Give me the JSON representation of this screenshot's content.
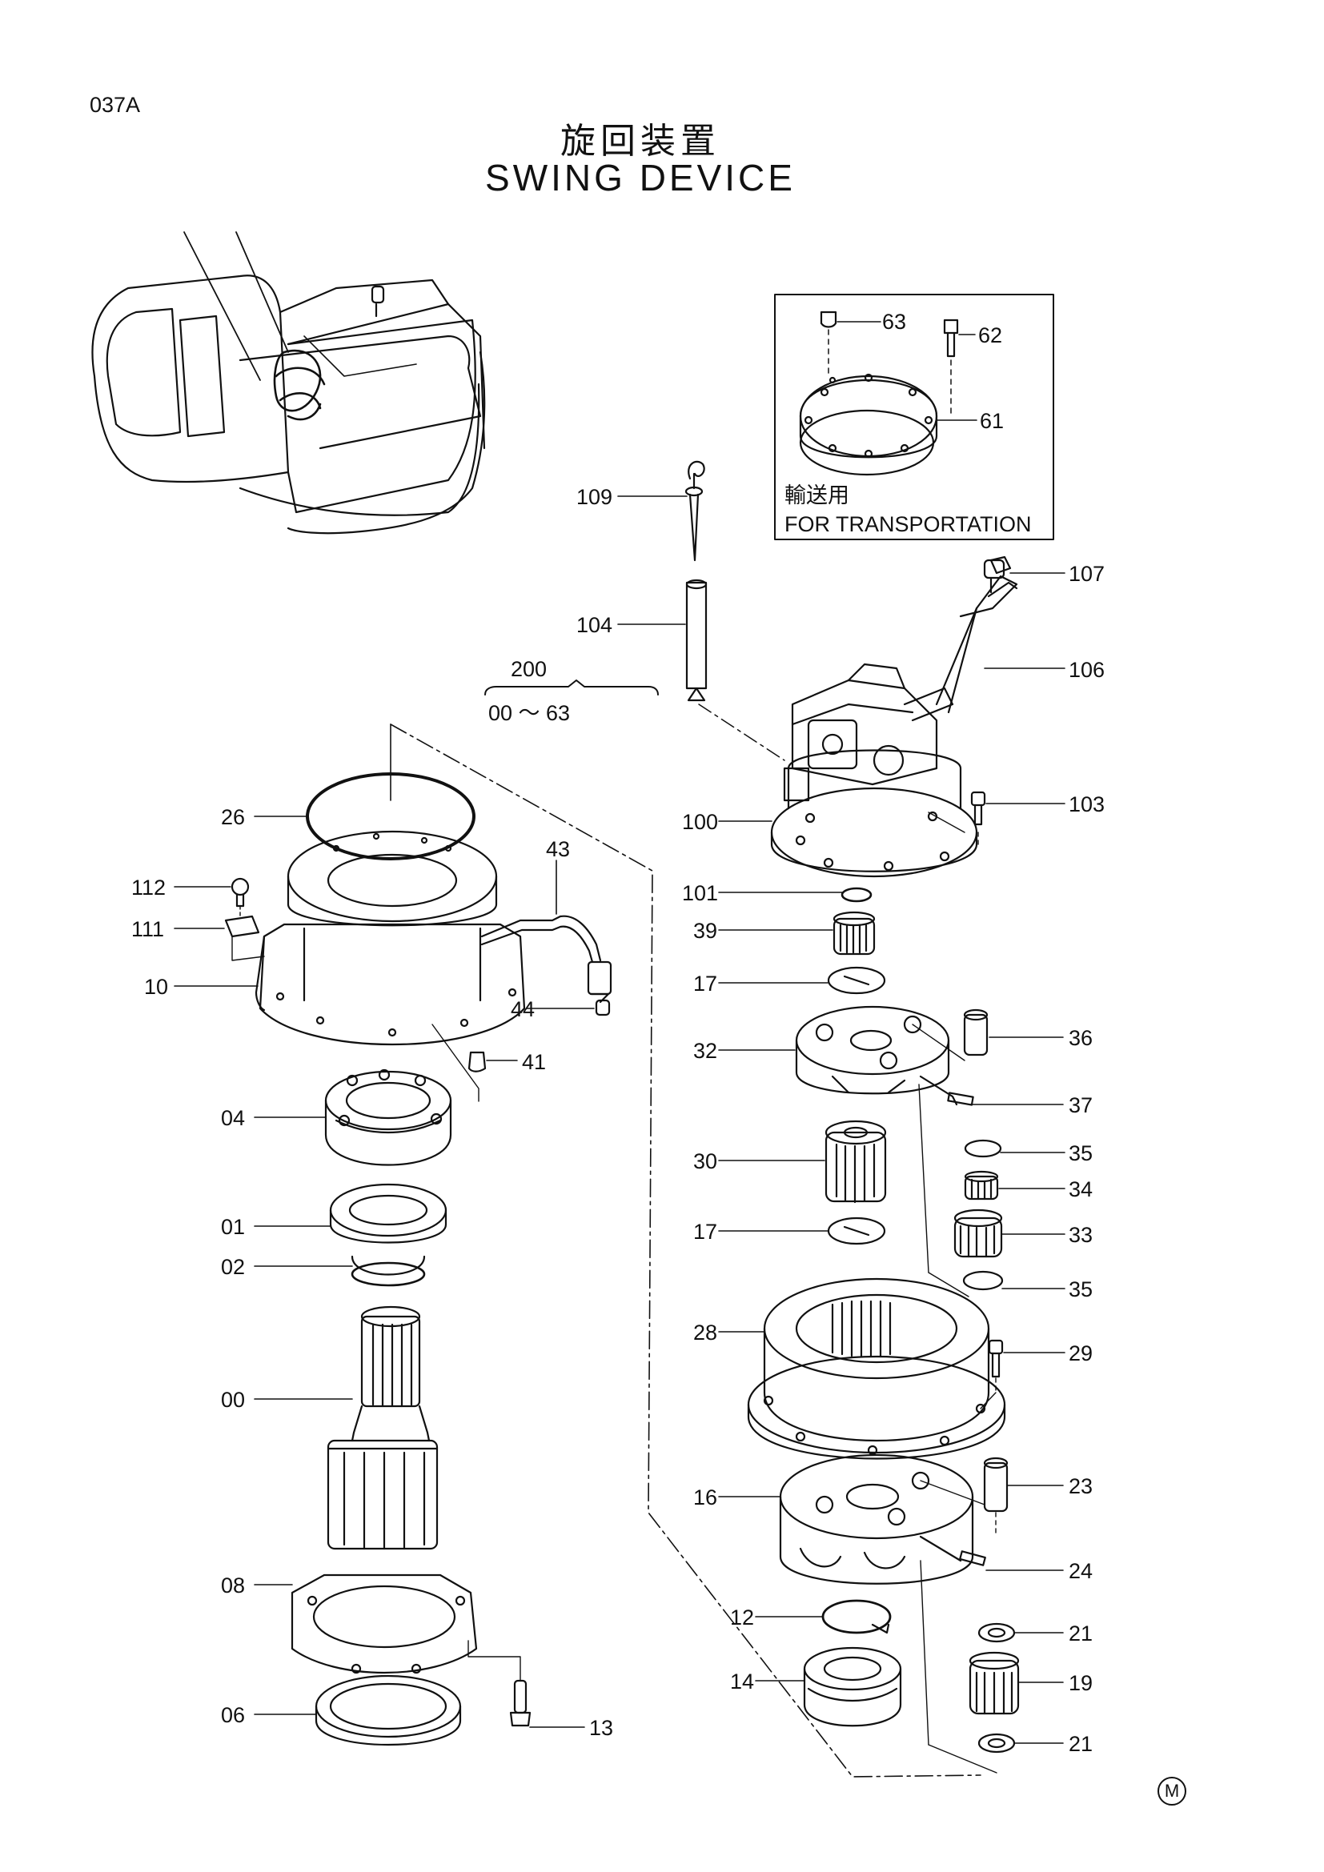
{
  "header": {
    "code": "037A",
    "title_ja": "旋回装置",
    "title_en": "SWING DEVICE"
  },
  "transport_box": {
    "label_ja": "輸送用",
    "label_en": "FOR TRANSPORTATION"
  },
  "assembly": {
    "number": "200",
    "range": "00 ～ 63"
  },
  "parts": [
    {
      "id": "p63",
      "label": "63"
    },
    {
      "id": "p62",
      "label": "62"
    },
    {
      "id": "p61",
      "label": "61"
    },
    {
      "id": "p109",
      "label": "109"
    },
    {
      "id": "p107",
      "label": "107"
    },
    {
      "id": "p104",
      "label": "104"
    },
    {
      "id": "p106",
      "label": "106"
    },
    {
      "id": "p103",
      "label": "103"
    },
    {
      "id": "p100",
      "label": "100"
    },
    {
      "id": "p101",
      "label": "101"
    },
    {
      "id": "p39",
      "label": "39"
    },
    {
      "id": "p17a",
      "label": "17"
    },
    {
      "id": "p32",
      "label": "32"
    },
    {
      "id": "p36",
      "label": "36"
    },
    {
      "id": "p37",
      "label": "37"
    },
    {
      "id": "p35a",
      "label": "35"
    },
    {
      "id": "p34",
      "label": "34"
    },
    {
      "id": "p30",
      "label": "30"
    },
    {
      "id": "p33",
      "label": "33"
    },
    {
      "id": "p17b",
      "label": "17"
    },
    {
      "id": "p35b",
      "label": "35"
    },
    {
      "id": "p28",
      "label": "28"
    },
    {
      "id": "p29",
      "label": "29"
    },
    {
      "id": "p23",
      "label": "23"
    },
    {
      "id": "p16",
      "label": "16"
    },
    {
      "id": "p24",
      "label": "24"
    },
    {
      "id": "p12",
      "label": "12"
    },
    {
      "id": "p21a",
      "label": "21"
    },
    {
      "id": "p19",
      "label": "19"
    },
    {
      "id": "p14",
      "label": "14"
    },
    {
      "id": "p21b",
      "label": "21"
    },
    {
      "id": "p26",
      "label": "26"
    },
    {
      "id": "p43",
      "label": "43"
    },
    {
      "id": "p112",
      "label": "112"
    },
    {
      "id": "p111",
      "label": "111"
    },
    {
      "id": "p10",
      "label": "10"
    },
    {
      "id": "p44",
      "label": "44"
    },
    {
      "id": "p41",
      "label": "41"
    },
    {
      "id": "p04",
      "label": "04"
    },
    {
      "id": "p01",
      "label": "01"
    },
    {
      "id": "p02",
      "label": "02"
    },
    {
      "id": "p00",
      "label": "00"
    },
    {
      "id": "p08",
      "label": "08"
    },
    {
      "id": "p06",
      "label": "06"
    },
    {
      "id": "p13",
      "label": "13"
    }
  ],
  "footer_mark": "M"
}
